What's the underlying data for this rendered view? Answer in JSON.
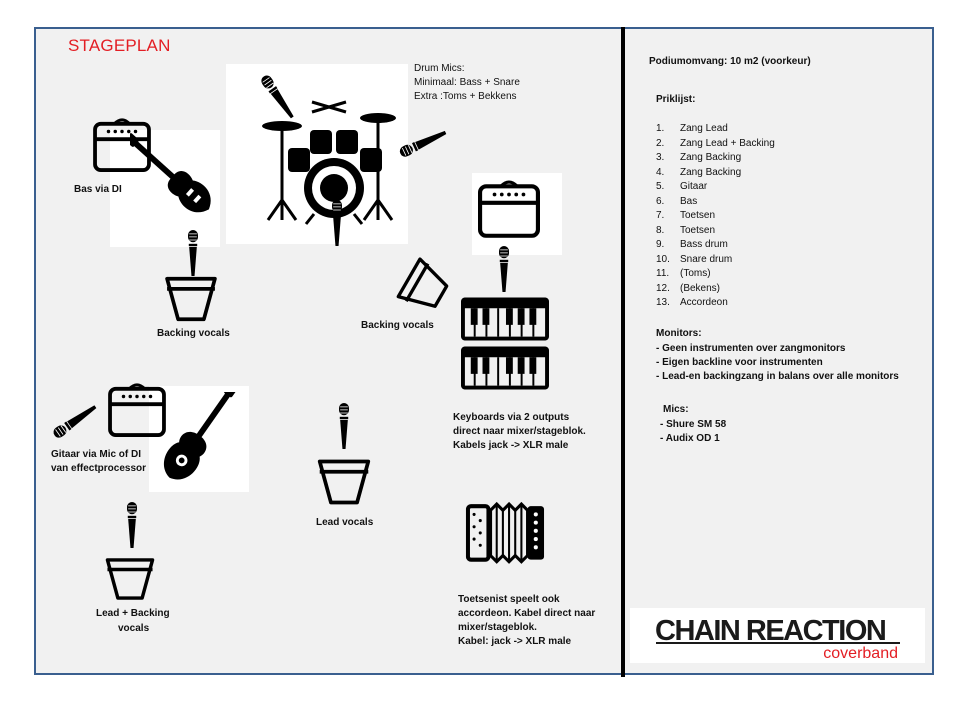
{
  "title": "STAGEPLAN",
  "labels": {
    "drum_mics_title": "Drum Mics:",
    "drum_mics_min": "Minimaal: Bass + Snare",
    "drum_mics_extra": "Extra :Toms + Bekkens",
    "bass": "Bas via DI",
    "backing_left": "Backing vocals",
    "backing_right": "Backing vocals",
    "guitar_line1": "Gitaar via Mic of DI",
    "guitar_line2": "van effectprocessor",
    "lead": "Lead  vocals",
    "lead_backing_line1": "Lead + Backing",
    "lead_backing_line2": "vocals",
    "keys_line1": "Keyboards via 2 outputs",
    "keys_line2": "direct naar mixer/stageblok.",
    "keys_line3": " Kabels jack -> XLR  male",
    "acc_line1": "Toetsenist speelt ook",
    "acc_line2": "accordeon. Kabel direct naar",
    "acc_line3": "mixer/stageblok.",
    "acc_line4": " Kabel: jack -> XLR  male"
  },
  "info": {
    "podium": "Podiumomvang: 10 m2 (voorkeur)",
    "priklijst_title": "Priklijst:",
    "priklijst": [
      {
        "n": "1.",
        "label": "Zang Lead"
      },
      {
        "n": "2.",
        "label": "Zang Lead + Backing"
      },
      {
        "n": "3.",
        "label": "Zang Backing"
      },
      {
        "n": "4.",
        "label": "Zang Backing"
      },
      {
        "n": "5.",
        "label": "Gitaar"
      },
      {
        "n": "6.",
        "label": "Bas"
      },
      {
        "n": "7.",
        "label": "Toetsen"
      },
      {
        "n": "8.",
        "label": "Toetsen"
      },
      {
        "n": "9.",
        "label": "Bass drum"
      },
      {
        "n": "10.",
        "label": "Snare drum"
      },
      {
        "n": "11.",
        "label": "(Toms)"
      },
      {
        "n": "12.",
        "label": "(Bekens)"
      },
      {
        "n": "13.",
        "label": "Accordeon"
      }
    ],
    "monitors_title": "Monitors:",
    "monitors": [
      "-  Geen instrumenten  over zangmonitors",
      "-  Eigen backline voor instrumenten",
      "-  Lead-en backingzang in balans over alle monitors"
    ],
    "mics_title": "Mics:",
    "mics": [
      " - Shure SM 58",
      " - Audix  OD 1"
    ]
  },
  "logo": {
    "main": "CHAIN REACTION",
    "sub": "coverband",
    "main_color": "#1a1a1a",
    "sub_color": "#e31e24"
  },
  "colors": {
    "title": "#e31e24",
    "frame": "#3a5f8f",
    "panel": "#f1f1f1"
  },
  "icons": [
    "drum-kit-icon",
    "microphone-icon",
    "bass-guitar-icon",
    "amplifier-icon",
    "monitor-wedge-icon",
    "keyboard-icon",
    "electric-guitar-icon",
    "accordion-icon"
  ]
}
